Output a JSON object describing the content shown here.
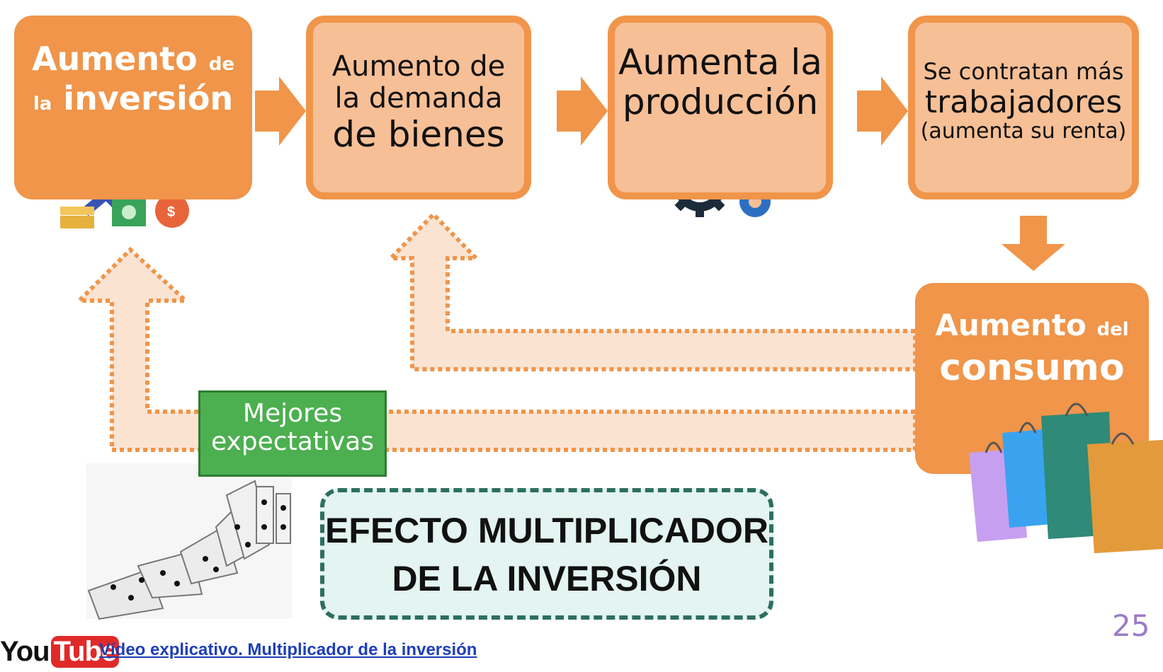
{
  "boxes": {
    "inversion": {
      "big": "Aumento",
      "small": "de",
      "small2": "la",
      "big2": "inversión"
    },
    "demanda": {
      "l1": "Aumento de",
      "l2": "la demanda",
      "l3": "de bienes"
    },
    "produccion": {
      "l1": "Aumenta la",
      "l2": "producción"
    },
    "trabajadores": {
      "l1": "Se contratan más",
      "l2": "trabajadores",
      "l3": "(aumenta su renta)"
    },
    "consumo": {
      "big": "Aumento",
      "small": "del",
      "big2": "consumo"
    }
  },
  "expectativas": {
    "l1": "Mejores",
    "l2": "expectativas"
  },
  "title": {
    "l1": "EFECTO MULTIPLICADOR",
    "l2": "DE LA INVERSIÓN"
  },
  "page_number": "25",
  "footer": {
    "logo_you": "You",
    "logo_tube": "Tube",
    "link": "Vídeo explicativo. Multiplicador de la inversión"
  },
  "colors": {
    "orange_dark": "#f0954a",
    "orange_light": "#f7bf96",
    "green": "#4caf50",
    "teal_bg": "#e3f4f1",
    "teal_border": "#2e6f5f",
    "page_num": "#9b7bc8",
    "link": "#1f3fb5"
  }
}
